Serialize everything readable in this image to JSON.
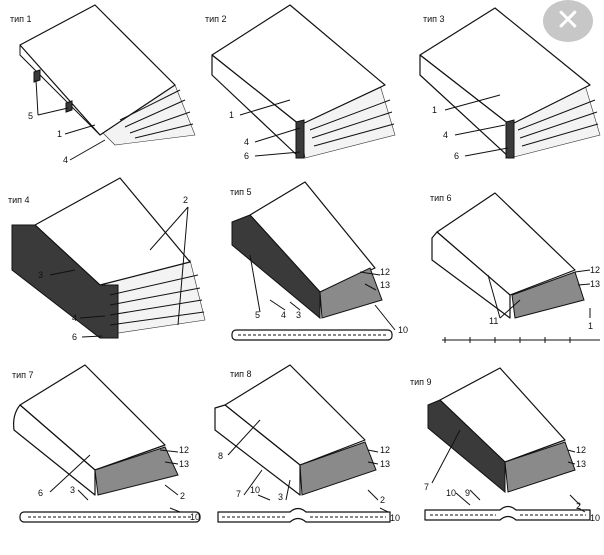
{
  "close_button": {
    "icon": "close-icon",
    "glyph": "✕"
  },
  "panels": [
    {
      "header": "тип 1",
      "labels": [
        "5",
        "1",
        "4"
      ]
    },
    {
      "header": "тип 2",
      "labels": [
        "1",
        "4",
        "6"
      ]
    },
    {
      "header": "тип 3",
      "labels": [
        "1",
        "4",
        "6"
      ]
    },
    {
      "header": "тип 4",
      "labels": [
        "2",
        "3",
        "4",
        "6"
      ]
    },
    {
      "header": "тип 5",
      "labels": [
        "12",
        "13",
        "5",
        "4",
        "3",
        "10"
      ]
    },
    {
      "header": "тип 6",
      "labels": [
        "12",
        "13",
        "11",
        "1"
      ]
    },
    {
      "header": "тип 7",
      "labels": [
        "12",
        "13",
        "6",
        "3",
        "2",
        "10"
      ]
    },
    {
      "header": "тип 8",
      "labels": [
        "12",
        "13",
        "8",
        "7",
        "10",
        "3",
        "2",
        "10"
      ]
    },
    {
      "header": "тип 9",
      "labels": [
        "12",
        "13",
        "7",
        "10",
        "9",
        "2",
        "10"
      ]
    }
  ]
}
